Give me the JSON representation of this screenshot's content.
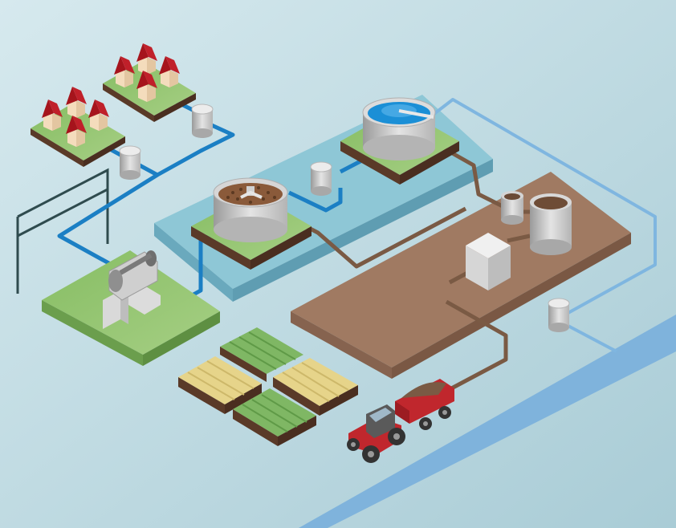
{
  "diagram": {
    "title": "",
    "labels": []
  },
  "colors": {
    "background_light": "#d6e9ee",
    "background_dark": "#a9ccd6",
    "clean_water_pipe": "#1b7fc4",
    "treated_water_pipe": "#7fb6e0",
    "sludge_pipe": "#7a5a44",
    "sludge_yard": "#a07a62",
    "treatment_basin": "#8ec7d6",
    "grass": "#7ab05a",
    "river": "#7fb3dc",
    "roof": "#a6141c",
    "tractor": "#c0272d"
  },
  "components": [
    {
      "id": "houses",
      "icon": "house-icon",
      "count": 8
    },
    {
      "id": "pump-station",
      "icon": "pump-icon"
    },
    {
      "id": "primary-clarifier",
      "icon": "settling-tank-icon"
    },
    {
      "id": "secondary-clarifier",
      "icon": "clarifier-icon"
    },
    {
      "id": "sludge-digester",
      "icon": "digester-icon"
    },
    {
      "id": "dewatering-unit",
      "icon": "box-unit-icon"
    },
    {
      "id": "farm-fields",
      "icon": "field-icon",
      "count": 4
    },
    {
      "id": "tractor-with-trailer",
      "icon": "tractor-icon"
    },
    {
      "id": "river",
      "icon": "river-icon"
    }
  ]
}
